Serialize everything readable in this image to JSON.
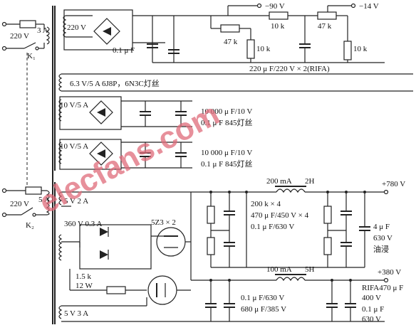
{
  "top_section": {
    "fuse_rating": "3 A",
    "mains_voltage": "220 V",
    "switch_label": "K₁",
    "rectifier_input": "220 V",
    "filter_cap": "0.1 μ F",
    "terminal_neg90": "−90 V",
    "terminal_neg14": "−14 V",
    "res_10k_top": "10 k",
    "res_47k_pot": "47 k",
    "res_47k_left": "47 k",
    "res_10k_mid": "10 k",
    "res_10k_right": "10 k",
    "cap_note": "220 μ F/220 V × 2(RIFA)",
    "heater_winding": "6.3 V/5 A   6J8P，6N3C灯丝",
    "winding_10v_a": "10 V/5 A",
    "winding_10v_b": "10 V/5 A",
    "cap_10000_a": "10 000 μ F/10 V",
    "cap_01_a": "0.1 μ F 845灯丝",
    "cap_10000_b": "10 000 μ F/10 V",
    "cap_01_b": "0.1 μ F 845灯丝"
  },
  "bottom_section": {
    "fuse_rating": "5 A",
    "mains_voltage": "220 V",
    "switch_label": "K₂",
    "winding_5v2a": "5 V 2 A",
    "winding_360v": "360 V 0.3 A",
    "rectifier_tube": "5Z3 × 2",
    "choke_200ma": "200 mA",
    "choke_2h": "2H",
    "out_780": "+780 V",
    "res_note": "200 k × 4",
    "cap_note_470": "470 μ F/450 V × 4",
    "cap_note_01": "0.1 μ F/630 V",
    "cap_4uf": "4 μ F",
    "cap_630v": "630 V",
    "oil": "油浸",
    "res_15k": "1.5 k",
    "res_12w": "12 W",
    "choke_100ma": "100 mA",
    "choke_5h": "5H",
    "out_380": "+380 V",
    "cap_01_630": "0.1 μ F/630 V",
    "cap_680": "680 μ F/385 V",
    "rifa_470": "RIFA470 μ F",
    "rifa_400v": "400 V",
    "rifa_01": "0.1 μ F",
    "rifa_630v": "630 V",
    "winding_5v3a": "5 V 3 A"
  },
  "watermark": "elecfans.com"
}
